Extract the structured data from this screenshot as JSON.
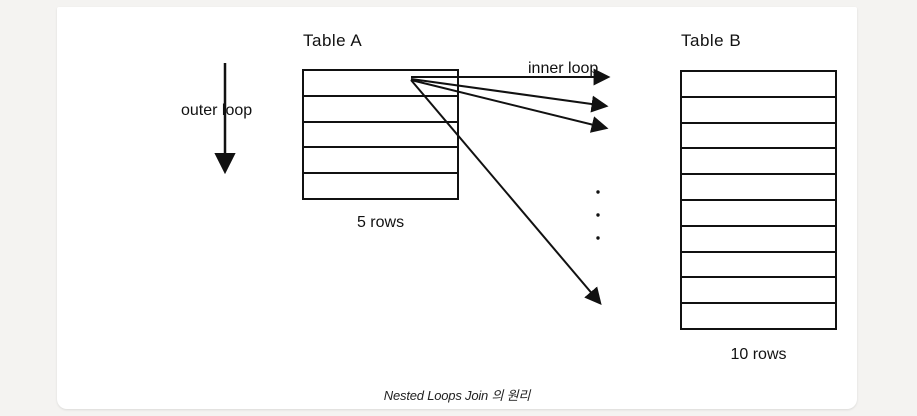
{
  "page": {
    "background_color": "#f4f3f1",
    "card_color": "#ffffff"
  },
  "diagram": {
    "line_color": "#111111",
    "table_a": {
      "title": "Table A",
      "row_count": 5,
      "rows_label": "5 rows"
    },
    "table_b": {
      "title": "Table B",
      "row_count": 10,
      "rows_label": "10 rows"
    },
    "outer_loop_label": "outer loop",
    "inner_loop_label": "inner loop"
  },
  "caption": "Nested Loops Join 의 원리"
}
